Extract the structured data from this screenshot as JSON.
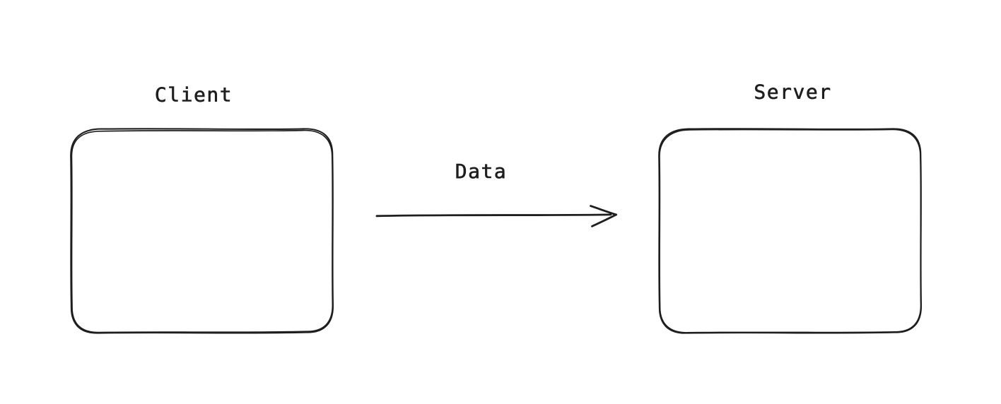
{
  "canvas": {
    "background_color": "#ffffff",
    "stroke_color": "#1e1e1e"
  },
  "diagram": {
    "nodes": [
      {
        "id": "client",
        "label": "Client",
        "shape": "rounded-rectangle"
      },
      {
        "id": "server",
        "label": "Server",
        "shape": "rounded-rectangle"
      }
    ],
    "edges": [
      {
        "from": "client",
        "to": "server",
        "label": "Data",
        "style": "solid-arrow-right"
      }
    ]
  }
}
